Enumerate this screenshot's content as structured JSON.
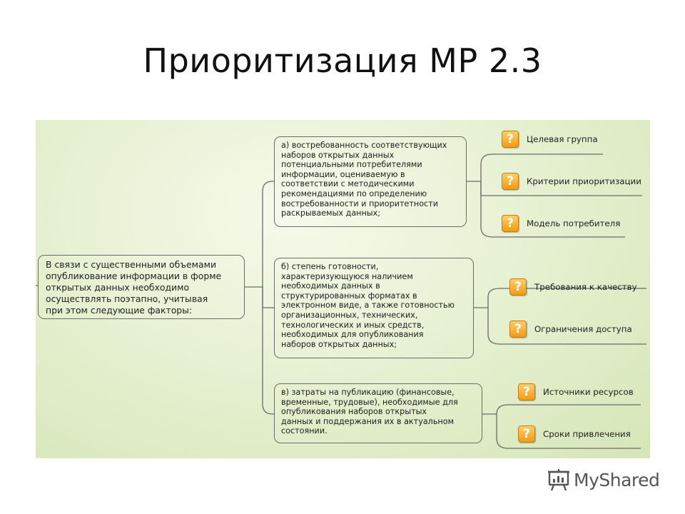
{
  "title": "Приоритизация МР 2.3",
  "diagram": {
    "root": "В связи с существенными объемами\nопубликование информации в форме\nоткрытых данных необходимо\nосуществлять поэтапно, учитывая\nпри этом следующие факторы:",
    "branches": [
      {
        "text": "а) востребованность соответствующих\nнаборов открытых данных\nпотенциальными потребителями\nинформации, оцениваемую в\nсоответствии с методическими\nрекомендациями по определению\nвостребованности и приоритетности\nраскрываемых данных;",
        "leaves": [
          "Целевая группа",
          "Критерии приоритизации",
          "Модель потребителя"
        ]
      },
      {
        "text": "б) степень готовности,\nхарактеризующуюся наличием\nнеобходимых данных в\nструктурированных форматах в\nэлектронном виде, а также готовностью\nорганизационных, технических,\nтехнологических и иных средств,\nнеобходимых для опубликования\nнаборов открытых данных;",
        "leaves": [
          "Требования к качеству",
          "Ограничения доступа"
        ]
      },
      {
        "text": "в) затраты на публикацию (финансовые,\nвременные, трудовые), необходимые для\nопубликования наборов открытых\nданных и поддержания их в актуальном\nсостоянии.",
        "leaves": [
          "Источники ресурсов",
          "Сроки привлечения"
        ]
      }
    ],
    "leaf_icon": "question-icon",
    "colors": {
      "panel": "#e4efce",
      "icon": "#f5a623",
      "line": "#6b6b6b"
    }
  },
  "watermark": {
    "text": "MyShared",
    "icon": "presentation-board-icon"
  }
}
